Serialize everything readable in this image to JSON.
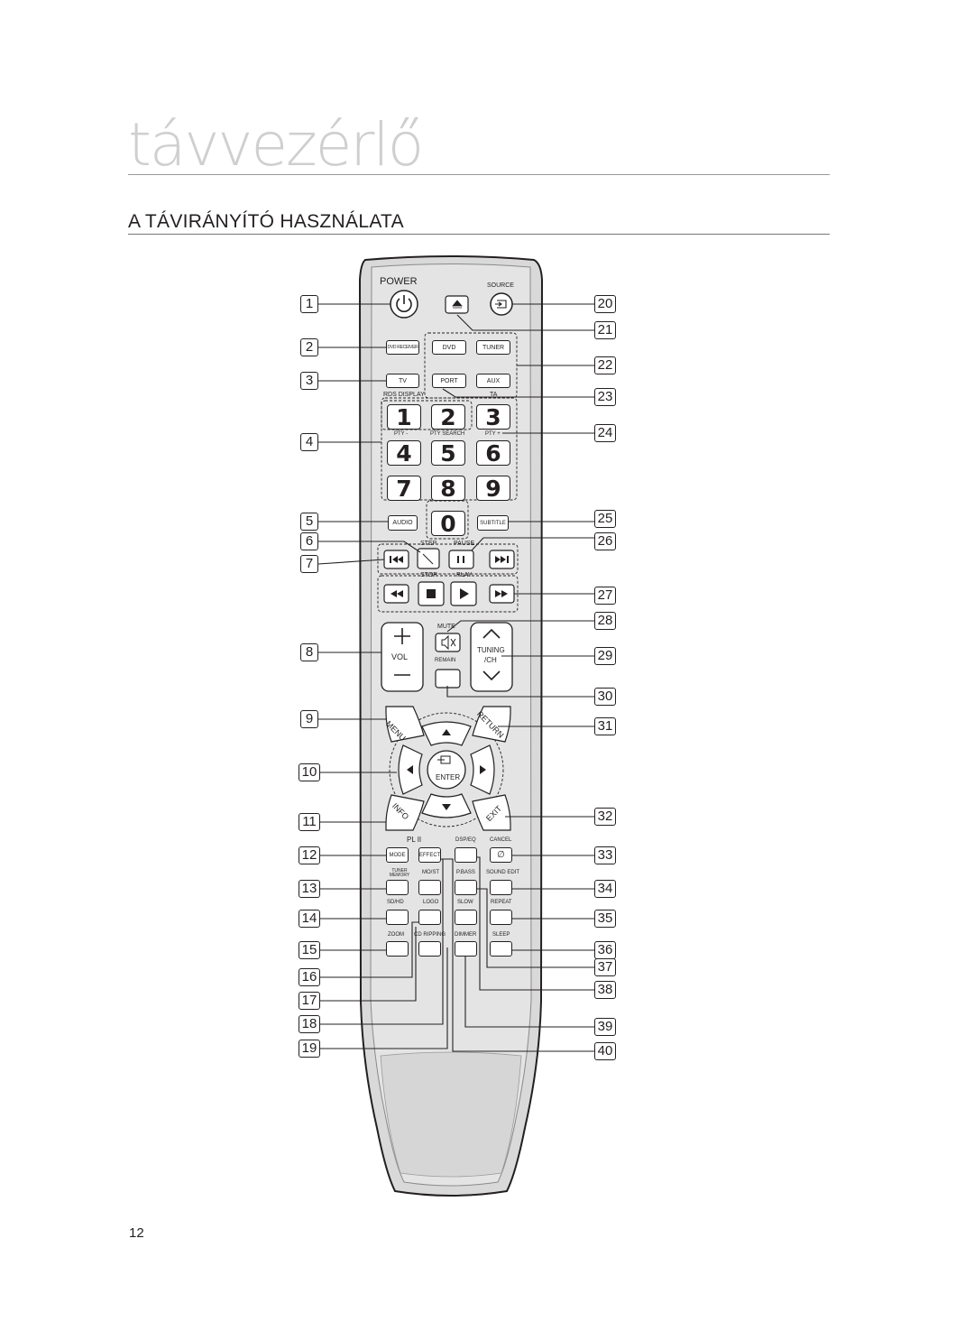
{
  "page": {
    "chapter_title": "távvezérlő",
    "section_title": "A TÁVIRÁNYÍTÓ HASZNÁLATA",
    "page_number": "12"
  },
  "remote": {
    "power": "POWER",
    "source": "SOURCE",
    "dvd_receiver": "DVD RECEIVER",
    "dvd": "DVD",
    "tuner": "TUNER",
    "tv": "TV",
    "port": "PORT",
    "aux": "AUX",
    "rds_display": "RDS DISPLAY",
    "ta": "TA",
    "pty_minus": "PTY -",
    "pty_search": "PTY SEARCH",
    "pty_plus": "PTY +",
    "digits": [
      "1",
      "2",
      "3",
      "4",
      "5",
      "6",
      "7",
      "8",
      "9",
      "0"
    ],
    "audio": "AUDIO",
    "subtitle": "SUBTITLE",
    "step": "STEP",
    "pause": "PAUSE",
    "stop": "STOP",
    "play": "PLAY",
    "mute": "MUTE",
    "vol": "VOL",
    "tuning": "TUNING",
    "ch": "/CH",
    "remain": "REMAIN",
    "menu": "MENU",
    "return": "RETURN",
    "enter": "ENTER",
    "info": "INFO",
    "exit": "EXIT",
    "pl2": "PL II",
    "mode": "MODE",
    "effect": "EFFECT",
    "dsp_eq": "DSP/EQ",
    "cancel": "CANCEL",
    "tuner_memory": "TUNER MEMORY",
    "mo_st": "MO/ST",
    "p_bass": "P.BASS",
    "sound_edit": "SOUND EDIT",
    "sd_hd": "SD/HD",
    "logo": "LOGO",
    "slow": "SLOW",
    "repeat": "REPEAT",
    "zoom": "ZOOM",
    "cd_ripping": "CD RIPPING",
    "dimmer": "DIMMER",
    "sleep": "SLEEP"
  },
  "callouts": {
    "left": [
      "1",
      "2",
      "3",
      "4",
      "5",
      "6",
      "7",
      "8",
      "9",
      "10",
      "11",
      "12",
      "13",
      "14",
      "15",
      "16",
      "17",
      "18",
      "19"
    ],
    "right": [
      "20",
      "21",
      "22",
      "23",
      "24",
      "25",
      "26",
      "27",
      "28",
      "29",
      "30",
      "31",
      "32",
      "33",
      "34",
      "35",
      "36",
      "37",
      "38",
      "39",
      "40"
    ]
  }
}
